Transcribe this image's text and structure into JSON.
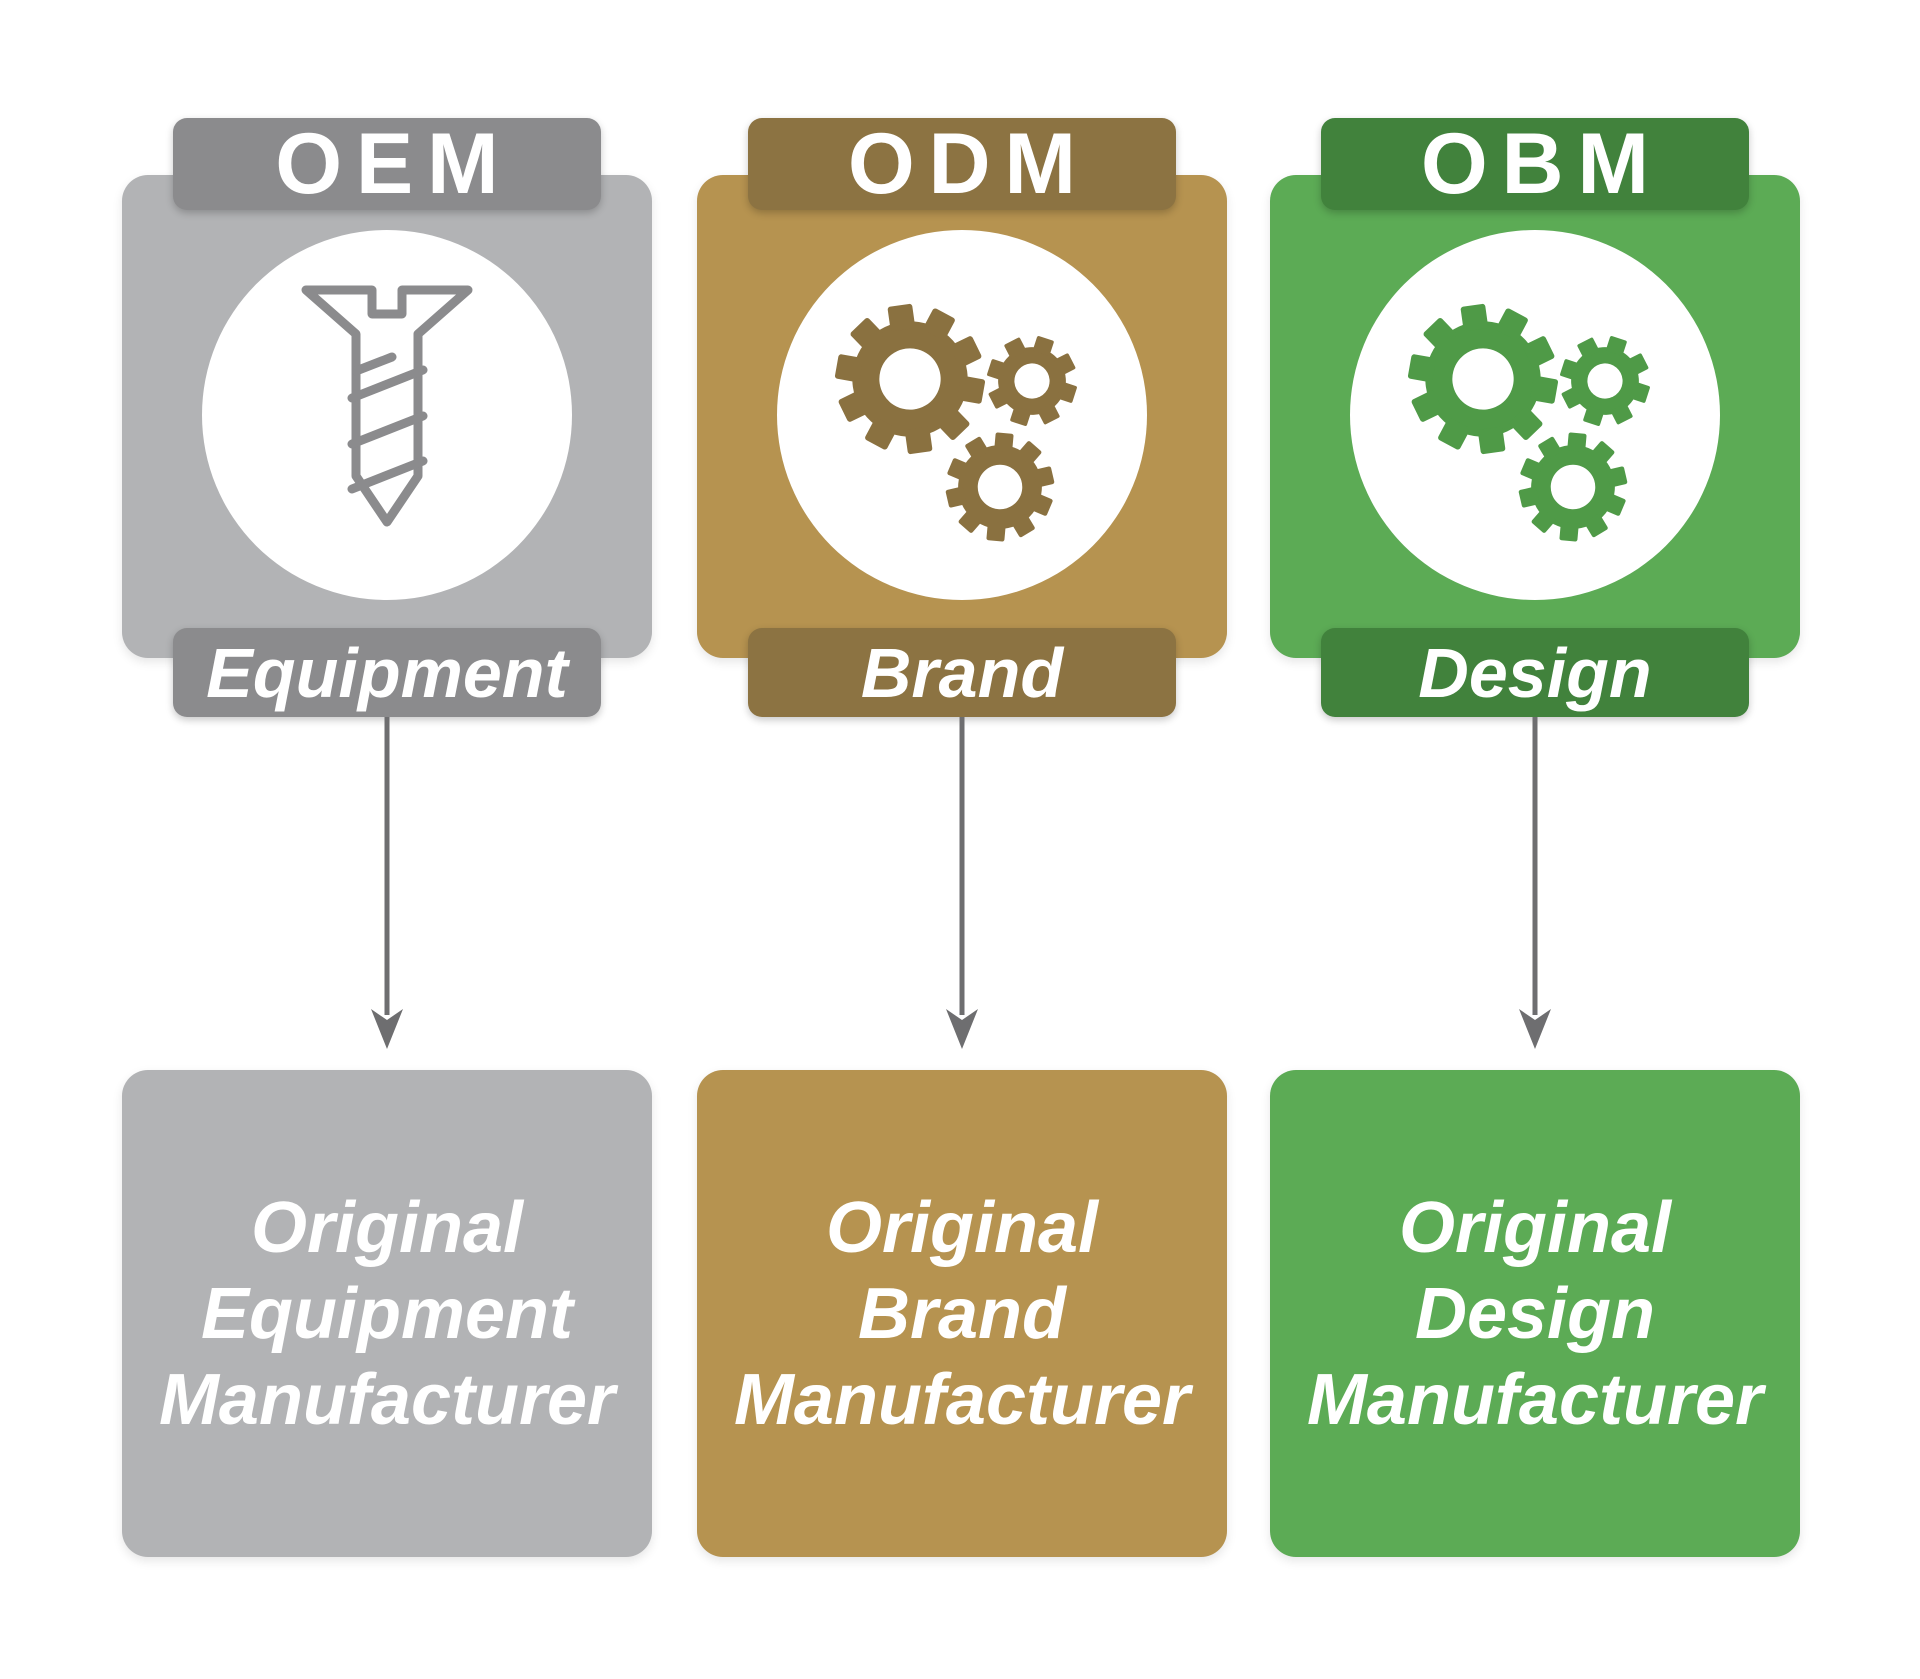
{
  "diagram": {
    "background": "#ffffff"
  },
  "arrow_color": "#6e6e70",
  "text_color": "#ffffff",
  "columns": [
    {
      "abbr": "OEM",
      "keyword": "Equipment",
      "full_lines": [
        "Original",
        "Equipment",
        "Manufacturer"
      ],
      "icon": "screw-icon",
      "colors": {
        "card": "#b2b3b5",
        "dark": "#8b8b8d",
        "icon": "#8b8b8d"
      }
    },
    {
      "abbr": "ODM",
      "keyword": "Brand",
      "full_lines": [
        "Original",
        "Brand",
        "Manufacturer"
      ],
      "icon": "gears-icon",
      "colors": {
        "card": "#b69350",
        "dark": "#8c7342",
        "icon": "#8a7140"
      }
    },
    {
      "abbr": "OBM",
      "keyword": "Design",
      "full_lines": [
        "Original",
        "Design",
        "Manufacturer"
      ],
      "icon": "gears-icon",
      "colors": {
        "card": "#5cab55",
        "dark": "#41823c",
        "icon": "#4f9a47"
      }
    }
  ]
}
